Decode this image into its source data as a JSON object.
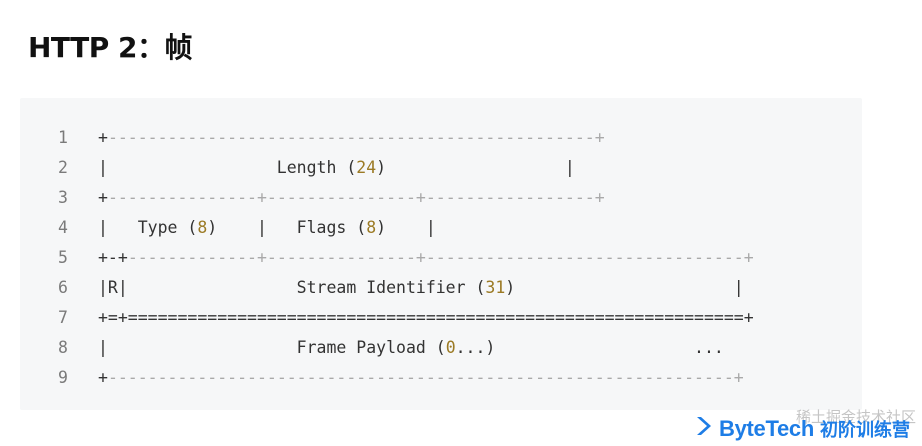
{
  "title": "HTTP 2：帧",
  "code_lines": [
    {
      "n": "1",
      "parts": [
        {
          "t": "+",
          "c": "p"
        },
        {
          "t": "-------------------------------------------------+",
          "c": "d"
        }
      ]
    },
    {
      "n": "2",
      "parts": [
        {
          "t": "|                 Length (",
          "c": "p"
        },
        {
          "t": "24",
          "c": "n"
        },
        {
          "t": ")                  |",
          "c": "p"
        }
      ]
    },
    {
      "n": "3",
      "parts": [
        {
          "t": "+",
          "c": "p"
        },
        {
          "t": "---------------+---------------+-----------------+",
          "c": "d"
        }
      ]
    },
    {
      "n": "4",
      "parts": [
        {
          "t": "|   Type (",
          "c": "p"
        },
        {
          "t": "8",
          "c": "n"
        },
        {
          "t": ")    |   Flags (",
          "c": "p"
        },
        {
          "t": "8",
          "c": "n"
        },
        {
          "t": ")    |",
          "c": "p"
        }
      ]
    },
    {
      "n": "5",
      "parts": [
        {
          "t": "+-+",
          "c": "p"
        },
        {
          "t": "-------------+---------------+--------------------------------+",
          "c": "d"
        }
      ]
    },
    {
      "n": "6",
      "parts": [
        {
          "t": "|R|                 Stream Identifier (",
          "c": "p"
        },
        {
          "t": "31",
          "c": "n"
        },
        {
          "t": ")                      |",
          "c": "p"
        }
      ]
    },
    {
      "n": "7",
      "parts": [
        {
          "t": "+=+==============================================================+",
          "c": "p"
        }
      ]
    },
    {
      "n": "8",
      "parts": [
        {
          "t": "|                   Frame Payload (",
          "c": "p"
        },
        {
          "t": "0",
          "c": "n"
        },
        {
          "t": "...)                    ...",
          "c": "p"
        }
      ]
    },
    {
      "n": "9",
      "parts": [
        {
          "t": "+",
          "c": "p"
        },
        {
          "t": "---------------------------------------------------------------+",
          "c": "d"
        }
      ]
    }
  ],
  "footer": {
    "brand": "ByteTech",
    "brand_sub": "初阶训练营",
    "watermark": "稀土掘金技术社区"
  },
  "colors": {
    "accent": "#1e7de6",
    "number": "#9b7a24",
    "panel": "#f6f7f8"
  },
  "icons": {
    "logo": "bytetech-logo-icon"
  }
}
